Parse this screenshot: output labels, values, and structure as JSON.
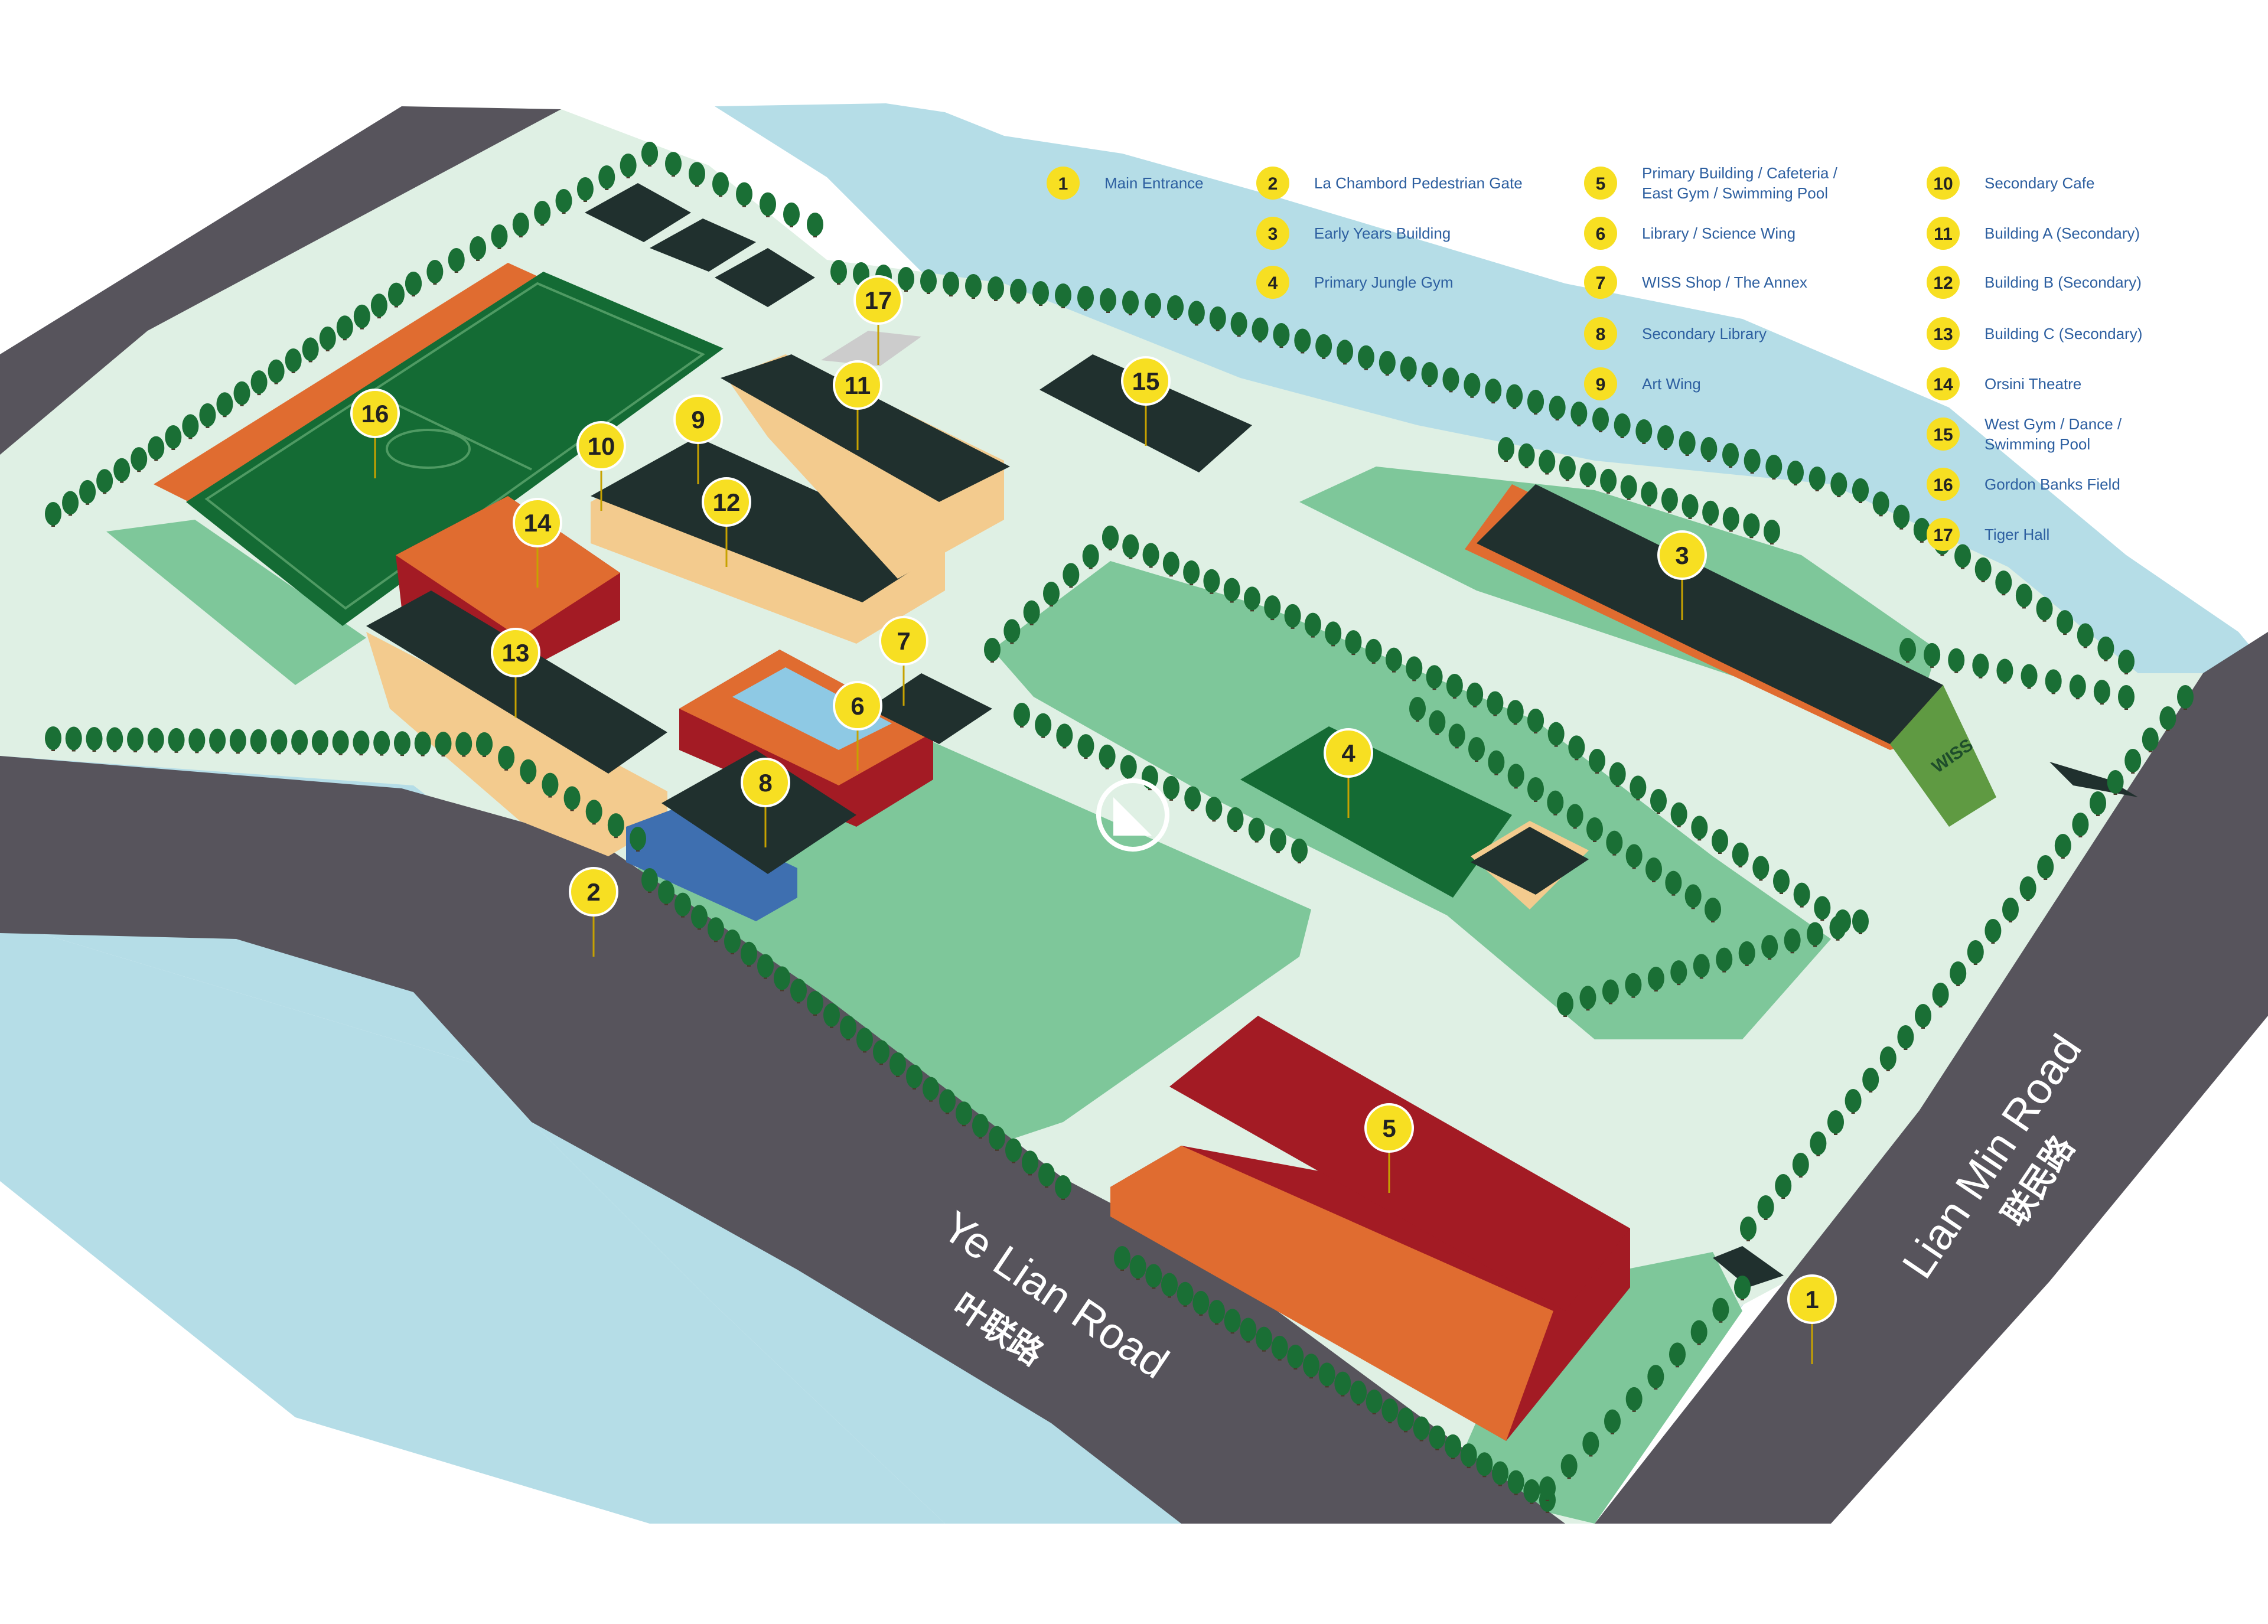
{
  "map": {
    "colors": {
      "water": "#b5dde7",
      "ground": "#dff0e4",
      "lawn": "#7ec79a",
      "field": "#146b34",
      "road": "#57545c",
      "roof": "#20302e",
      "tan": "#f3cb8e",
      "red": "#a31b24",
      "orange": "#e06c30",
      "blue": "#3e6fb0",
      "marker": "#f7df22"
    },
    "legend": [
      {
        "num": "1",
        "lines": [
          "Main Entrance"
        ]
      },
      {
        "num": "2",
        "lines": [
          "La Chambord Pedestrian Gate"
        ]
      },
      {
        "num": "3",
        "lines": [
          "Early Years Building"
        ]
      },
      {
        "num": "4",
        "lines": [
          "Primary Jungle Gym"
        ]
      },
      {
        "num": "5",
        "lines": [
          "Primary Building / Cafeteria /",
          "East Gym / Swimming Pool"
        ]
      },
      {
        "num": "6",
        "lines": [
          "Library / Science Wing"
        ]
      },
      {
        "num": "7",
        "lines": [
          "WISS Shop / The Annex"
        ]
      },
      {
        "num": "8",
        "lines": [
          "Secondary Library"
        ]
      },
      {
        "num": "9",
        "lines": [
          "Art Wing"
        ]
      },
      {
        "num": "10",
        "lines": [
          "Secondary Cafe"
        ]
      },
      {
        "num": "11",
        "lines": [
          "Building A (Secondary)"
        ]
      },
      {
        "num": "12",
        "lines": [
          "Building B (Secondary)"
        ]
      },
      {
        "num": "13",
        "lines": [
          "Building C (Secondary)"
        ]
      },
      {
        "num": "14",
        "lines": [
          "Orsini Theatre"
        ]
      },
      {
        "num": "15",
        "lines": [
          "West Gym / Dance /",
          "Swimming Pool"
        ]
      },
      {
        "num": "16",
        "lines": [
          "Gordon Banks Field"
        ]
      },
      {
        "num": "17",
        "lines": [
          "Tiger Hall"
        ]
      }
    ],
    "markers": [
      "1",
      "2",
      "3",
      "4",
      "5",
      "6",
      "7",
      "8",
      "9",
      "10",
      "11",
      "12",
      "13",
      "14",
      "15",
      "16",
      "17"
    ],
    "roads": {
      "ye_lian_en": "Ye Lian Road",
      "ye_lian_zh": "叶联路",
      "lian_min_en": "Lian Min Road",
      "lian_min_zh": "联民路"
    },
    "wiss_sign": "WISS"
  }
}
